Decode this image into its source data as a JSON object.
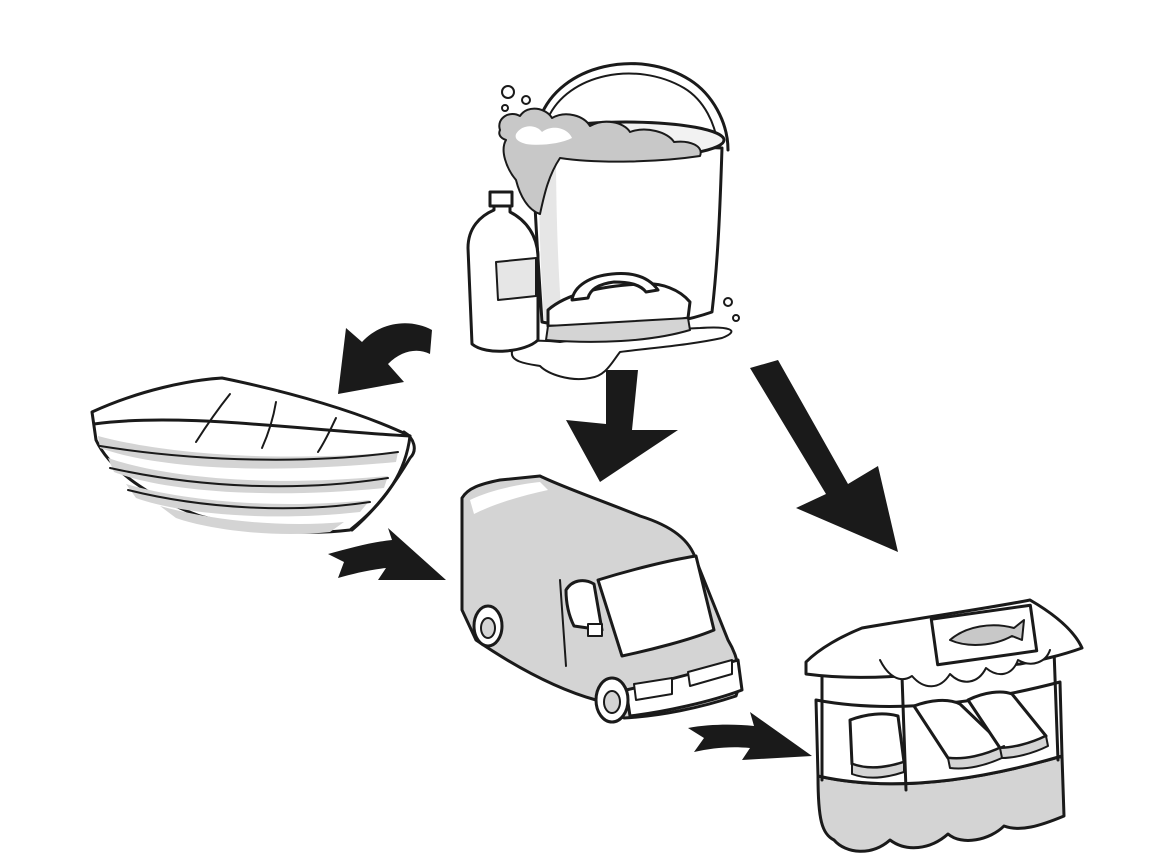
{
  "diagram": {
    "nodes": [
      {
        "id": "cleaning-supplies",
        "icon": "cleaning-bucket-icon"
      },
      {
        "id": "boat",
        "icon": "boat-icon"
      },
      {
        "id": "van",
        "icon": "van-icon"
      },
      {
        "id": "market-stall",
        "icon": "fish-market-stall-icon"
      }
    ],
    "edges": [
      {
        "from": "cleaning-supplies",
        "to": "boat"
      },
      {
        "from": "cleaning-supplies",
        "to": "van"
      },
      {
        "from": "cleaning-supplies",
        "to": "market-stall"
      },
      {
        "from": "boat",
        "to": "van"
      },
      {
        "from": "van",
        "to": "market-stall"
      }
    ]
  },
  "colors": {
    "ink": "#1a1a1a",
    "shade": "#d4d4d4",
    "foam": "#c8c8c8",
    "arrow": "#1a1a1a",
    "background": "#ffffff"
  }
}
